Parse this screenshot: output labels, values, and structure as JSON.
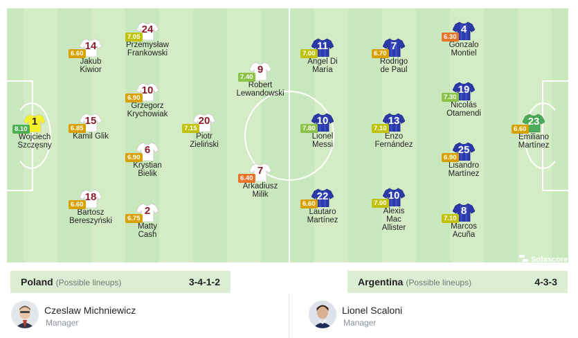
{
  "colors": {
    "rating_green": "#4caf50",
    "rating_yellowgreen": "#8bc34a",
    "rating_olive": "#c0c20a",
    "rating_gold": "#d9a100",
    "rating_orange": "#e8742a",
    "poland_shirt": "#ffffff",
    "poland_number": "#8a1a2a",
    "argentina_shirt": "#2b3aa8",
    "argentina_number": "#ffffff",
    "poland_gk_shirt": "#f4f12a",
    "argentina_gk_shirt": "#4cae5a"
  },
  "watermark": "Sofascore",
  "home": {
    "team": "Poland",
    "subtitle": "(Possible lineups)",
    "formation": "3-4-1-2",
    "manager": {
      "name": "Czeslaw Michniewicz",
      "role": "Manager"
    },
    "players": [
      {
        "number": "1",
        "rating": "8.10",
        "rating_color": "#4caf50",
        "name": [
          "Wojciech",
          "Szczęsny"
        ],
        "gk": true
      },
      {
        "number": "14",
        "rating": "6.60",
        "rating_color": "#d9a100",
        "name": [
          "Jakub",
          "Kiwior"
        ]
      },
      {
        "number": "15",
        "rating": "6.85",
        "rating_color": "#d9a100",
        "name": [
          "Kamil Glik"
        ]
      },
      {
        "number": "18",
        "rating": "6.60",
        "rating_color": "#d9a100",
        "name": [
          "Bartosz",
          "Bereszyński"
        ]
      },
      {
        "number": "24",
        "rating": "7.05",
        "rating_color": "#c0c20a",
        "name": [
          "Przemysław",
          "Frankowski"
        ]
      },
      {
        "number": "10",
        "rating": "6.90",
        "rating_color": "#d9a100",
        "name": [
          "Grzegorz",
          "Krychowiak"
        ]
      },
      {
        "number": "6",
        "rating": "6.90",
        "rating_color": "#d9a100",
        "name": [
          "Krystian",
          "Bielik"
        ]
      },
      {
        "number": "2",
        "rating": "6.75",
        "rating_color": "#d9a100",
        "name": [
          "Matty",
          "Cash"
        ]
      },
      {
        "number": "20",
        "rating": "7.15",
        "rating_color": "#c0c20a",
        "name": [
          "Piotr",
          "Zieliński"
        ]
      },
      {
        "number": "9",
        "rating": "7.40",
        "rating_color": "#8bc34a",
        "name": [
          "Robert",
          "Lewandowski"
        ]
      },
      {
        "number": "7",
        "rating": "6.40",
        "rating_color": "#e8742a",
        "name": [
          "Arkadiusz",
          "Milik"
        ]
      }
    ]
  },
  "away": {
    "team": "Argentina",
    "subtitle": "(Possible lineups)",
    "formation": "4-3-3",
    "manager": {
      "name": "Lionel Scaloni",
      "role": "Manager"
    },
    "players": [
      {
        "number": "11",
        "rating": "7.00",
        "rating_color": "#c0c20a",
        "name": [
          "Angel Di",
          "María"
        ]
      },
      {
        "number": "10",
        "rating": "7.80",
        "rating_color": "#8bc34a",
        "name": [
          "Lionel",
          "Messi"
        ]
      },
      {
        "number": "22",
        "rating": "6.60",
        "rating_color": "#d9a100",
        "name": [
          "Lautaro",
          "Martínez"
        ]
      },
      {
        "number": "7",
        "rating": "6.70",
        "rating_color": "#d9a100",
        "name": [
          "Rodrigo",
          "de Paul"
        ]
      },
      {
        "number": "13",
        "rating": "7.10",
        "rating_color": "#c0c20a",
        "name": [
          "Enzo",
          "Fernández"
        ]
      },
      {
        "number": "10",
        "rating": "7.00",
        "rating_color": "#c0c20a",
        "name": [
          "Alexis",
          "Mac",
          "Allister"
        ]
      },
      {
        "number": "4",
        "rating": "6.30",
        "rating_color": "#e8742a",
        "name": [
          "Gonzalo",
          "Montiel"
        ]
      },
      {
        "number": "19",
        "rating": "7.30",
        "rating_color": "#8bc34a",
        "name": [
          "Nicolás",
          "Otamendi"
        ]
      },
      {
        "number": "25",
        "rating": "6.90",
        "rating_color": "#d9a100",
        "name": [
          "Lisandro",
          "Martínez"
        ]
      },
      {
        "number": "8",
        "rating": "7.10",
        "rating_color": "#c0c20a",
        "name": [
          "Marcos",
          "Acuña"
        ]
      },
      {
        "number": "23",
        "rating": "6.60",
        "rating_color": "#d9a100",
        "name": [
          "Emiliano",
          "Martínez"
        ],
        "gk": true
      }
    ]
  }
}
